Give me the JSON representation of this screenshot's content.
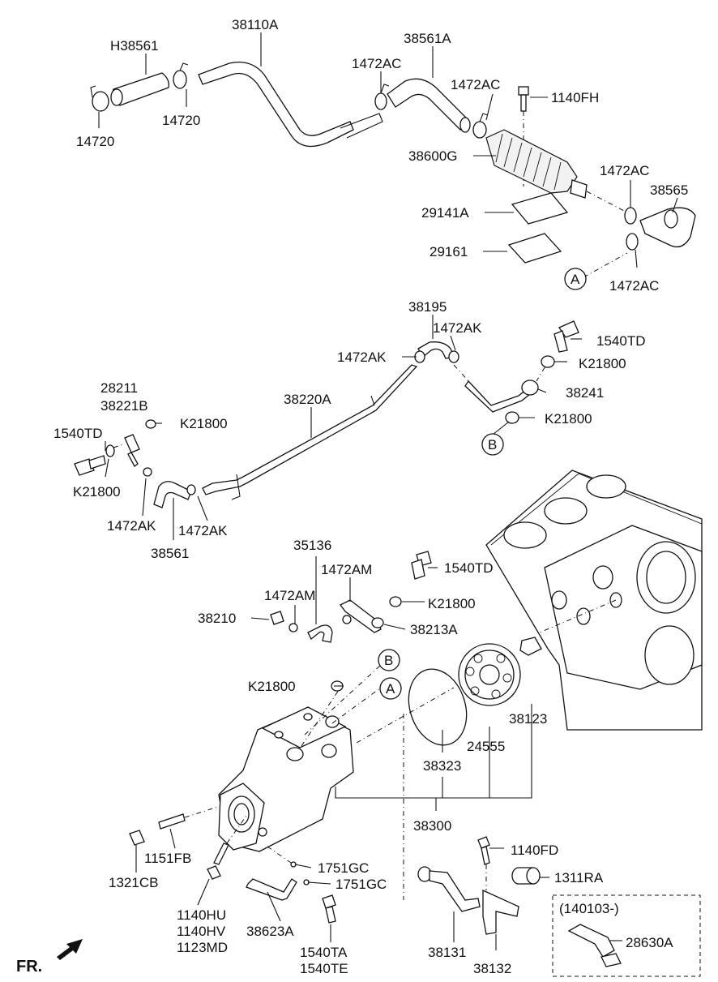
{
  "labels": {
    "h38561": "H38561",
    "p38110a": "38110A",
    "p38561a": "38561A",
    "p1472ac_a": "1472AC",
    "p1472ac_b": "1472AC",
    "p1140fh": "1140FH",
    "p14720_a": "14720",
    "p14720_b": "14720",
    "p38600g": "38600G",
    "p1472ac_c": "1472AC",
    "p38565": "38565",
    "p29141a": "29141A",
    "p29161": "29161",
    "p1472ac_d": "1472AC",
    "callout_a1": "A",
    "p38195": "38195",
    "p1472ak_a": "1472AK",
    "p1472ak_b": "1472AK",
    "p1540td_a": "1540TD",
    "pk21800_a": "K21800",
    "p38241": "38241",
    "pk21800_b": "K21800",
    "callout_b1": "B",
    "p28211": "28211",
    "p38221b": "38221B",
    "p38220a": "38220A",
    "pk21800_c": "K21800",
    "p1540td_b": "1540TD",
    "pk21800_d": "K21800",
    "p1472ak_c": "1472AK",
    "p1472ak_d": "1472AK",
    "p38561": "38561",
    "p35136": "35136",
    "p1472am_a": "1472AM",
    "p1472am_b": "1472AM",
    "p1540td_c": "1540TD",
    "pk21800_e": "K21800",
    "p38210": "38210",
    "p38213a": "38213A",
    "callout_b2": "B",
    "pk21800_f": "K21800",
    "callout_a2": "A",
    "p38123": "38123",
    "p24555": "24555",
    "p38323": "38323",
    "p38300": "38300",
    "p1151fb": "1151FB",
    "p1321cb": "1321CB",
    "p1751gc_a": "1751GC",
    "p1751gc_b": "1751GC",
    "p1140hu": "1140HU",
    "p1140hv": "1140HV",
    "p1123md": "1123MD",
    "p38623a": "38623A",
    "p1540ta": "1540TA",
    "p1540te": "1540TE",
    "p1140fd": "1140FD",
    "p1311ra": "1311RA",
    "p38131": "38131",
    "p38132": "38132",
    "box_date": "(140103-)",
    "p28630a": "28630A",
    "fr": "FR."
  },
  "icons": {
    "fr_arrow": "front-direction-arrow-icon"
  },
  "colors": {
    "line": "#111111",
    "background": "#ffffff"
  }
}
